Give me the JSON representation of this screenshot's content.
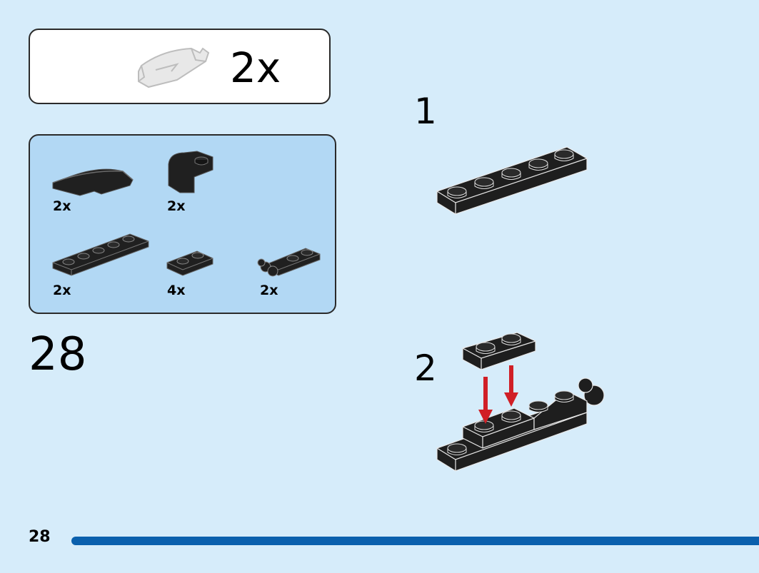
{
  "callout": {
    "count": "2x",
    "icon": "curved-slope-ghost-icon"
  },
  "parts_list": [
    {
      "qty": "2x",
      "icon": "curved-slope-1x4-icon"
    },
    {
      "qty": "2x",
      "icon": "curved-brick-icon"
    },
    {
      "qty": "2x",
      "icon": "plate-1x6-icon"
    },
    {
      "qty": "4x",
      "icon": "plate-1x2-icon"
    },
    {
      "qty": "2x",
      "icon": "hinge-plate-1x3-icon"
    }
  ],
  "step_number": "28",
  "sub_steps": [
    {
      "number": "1"
    },
    {
      "number": "2"
    }
  ],
  "page_number": "28",
  "colors": {
    "background": "#d6ecfa",
    "parts_panel": "#b2d8f4",
    "progress": "#0a60ad",
    "arrow": "#d01f26",
    "brick": "#222222"
  }
}
